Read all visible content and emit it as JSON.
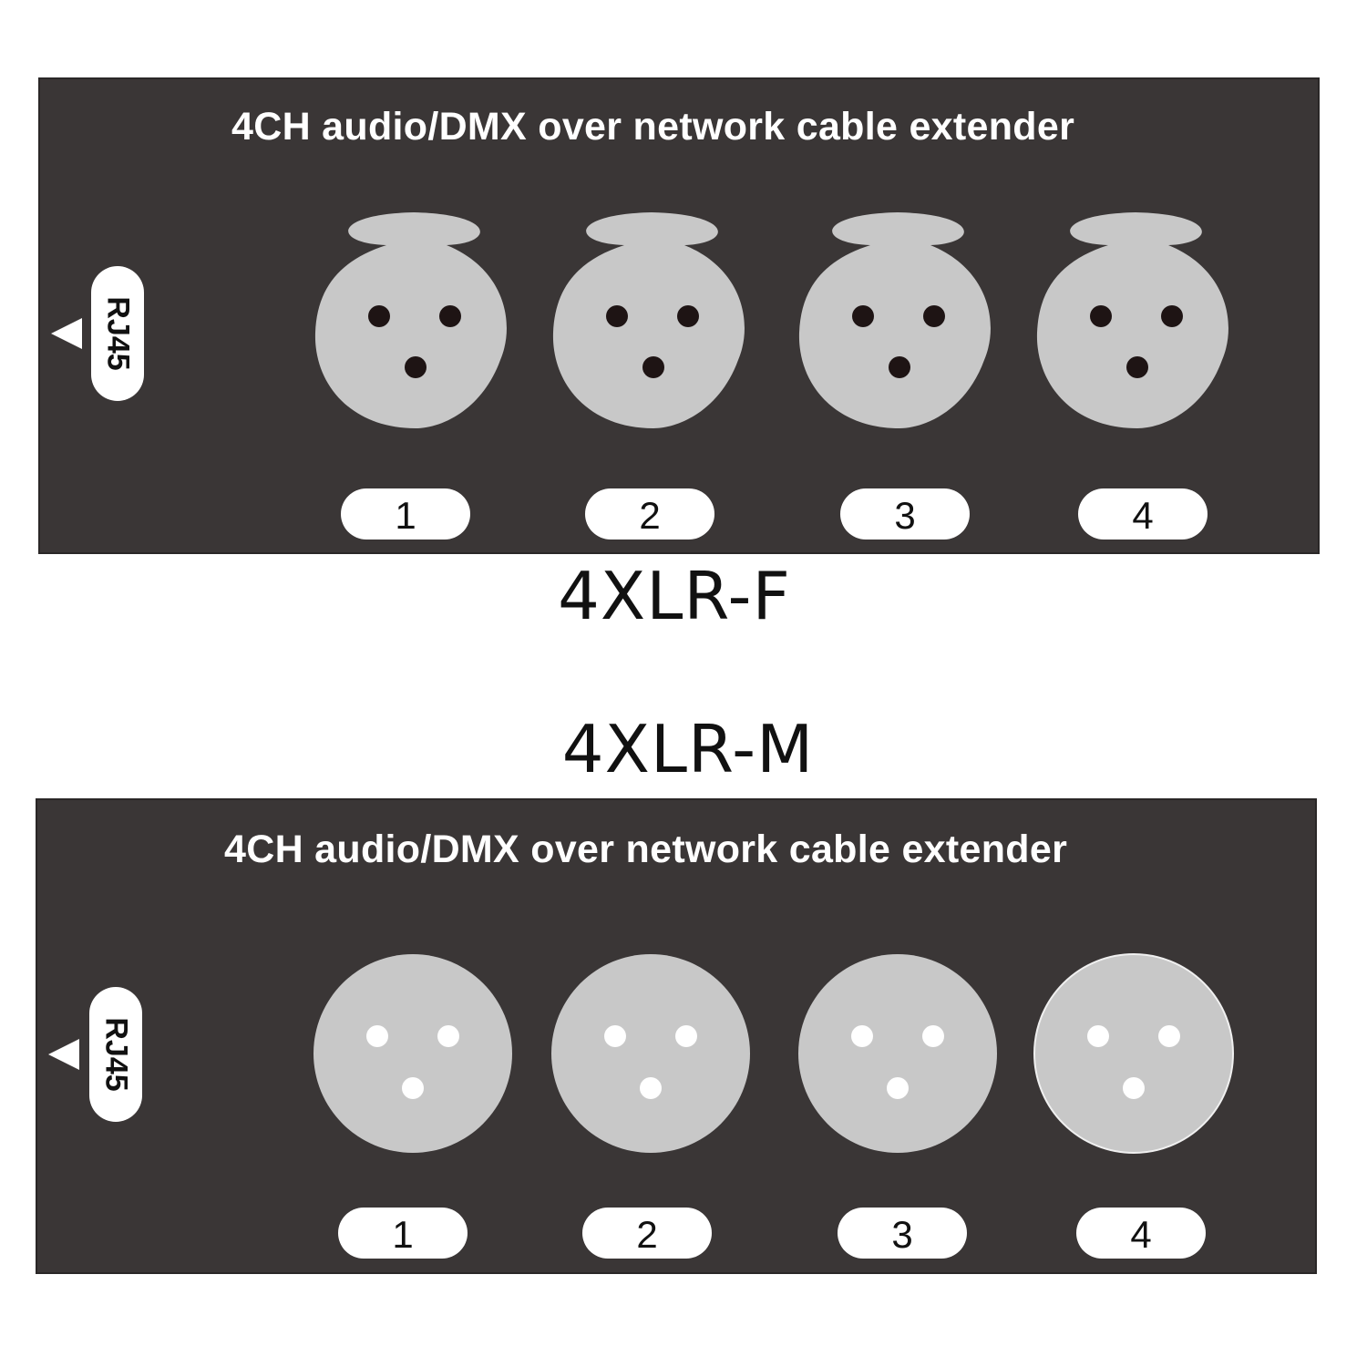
{
  "female_panel": {
    "title": "4CH audio/DMX over network cable extender",
    "rj45_label": "RJ45",
    "connector_type": "xlr-female",
    "channels": [
      {
        "label": "1"
      },
      {
        "label": "2"
      },
      {
        "label": "3"
      },
      {
        "label": "4"
      }
    ],
    "caption": "4XLR-F"
  },
  "male_panel": {
    "title": "4CH audio/DMX over network cable extender",
    "rj45_label": "RJ45",
    "connector_type": "xlr-male",
    "channels": [
      {
        "label": "1"
      },
      {
        "label": "2"
      },
      {
        "label": "3"
      },
      {
        "label": "4"
      }
    ],
    "caption": "4XLR-M"
  },
  "colors": {
    "panel": "#3a3636",
    "connector": "#c8c8c8",
    "female_pin": "#1e1414",
    "male_pin": "#ffffff",
    "label_bg": "#ffffff"
  }
}
